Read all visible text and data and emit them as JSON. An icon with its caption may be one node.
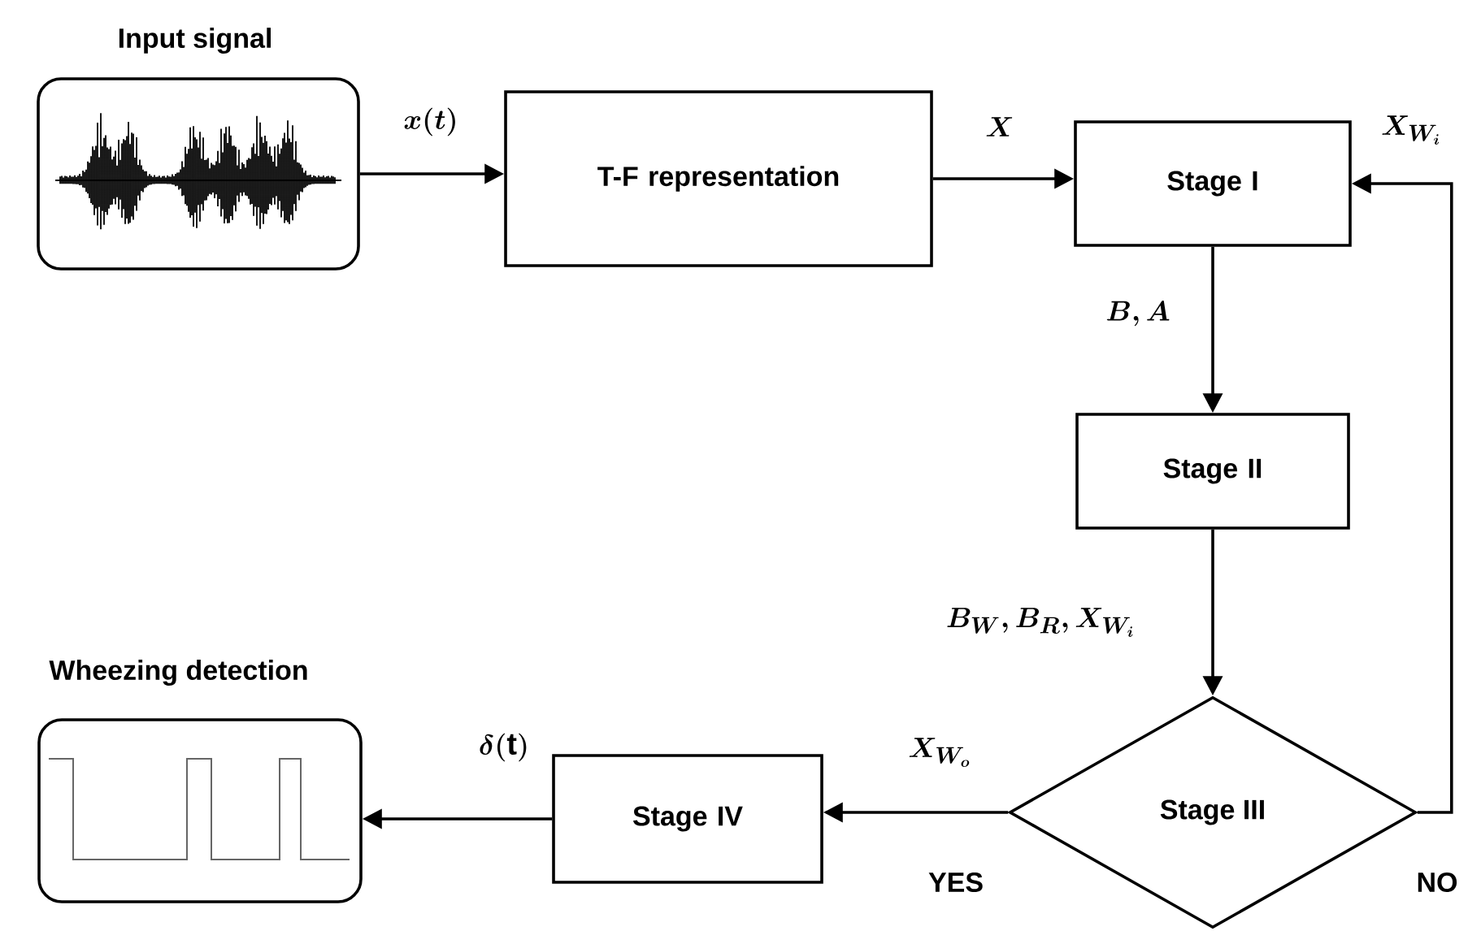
{
  "diagram": {
    "nodes": [
      {
        "text": [
          "Input signal"
        ]
      },
      {
        "text": [
          "T-F representation"
        ]
      },
      {
        "text": [
          "Stage I"
        ]
      },
      {
        "text": [
          "Stage II"
        ]
      },
      {
        "text": [
          "Stage III"
        ]
      },
      {
        "text": [
          "Stage IV"
        ]
      },
      {
        "text": [
          "Wheezing detection"
        ]
      }
    ],
    "edges": [
      {
        "from": 0,
        "to": 1,
        "arrow": "to",
        "label": "x(t)"
      },
      {
        "from": 1,
        "to": 2,
        "arrow": "to",
        "label": "X"
      },
      {
        "from": 2,
        "to": 3,
        "arrow": "to",
        "label": "B, A"
      },
      {
        "from": 3,
        "to": 4,
        "arrow": "to",
        "label": "B_W, B_R, X_{W_i}"
      },
      {
        "from": 4,
        "to": 2,
        "arrow": "to",
        "label": "X_{W_i}"
      },
      {
        "from": 4,
        "to": 5,
        "arrow": "to",
        "label": "X_{W_o}"
      },
      {
        "from": 5,
        "to": 6,
        "arrow": "to",
        "label": "\\delta(\\mathrm{t})"
      }
    ],
    "labels": [
      "YES",
      "NO"
    ]
  }
}
